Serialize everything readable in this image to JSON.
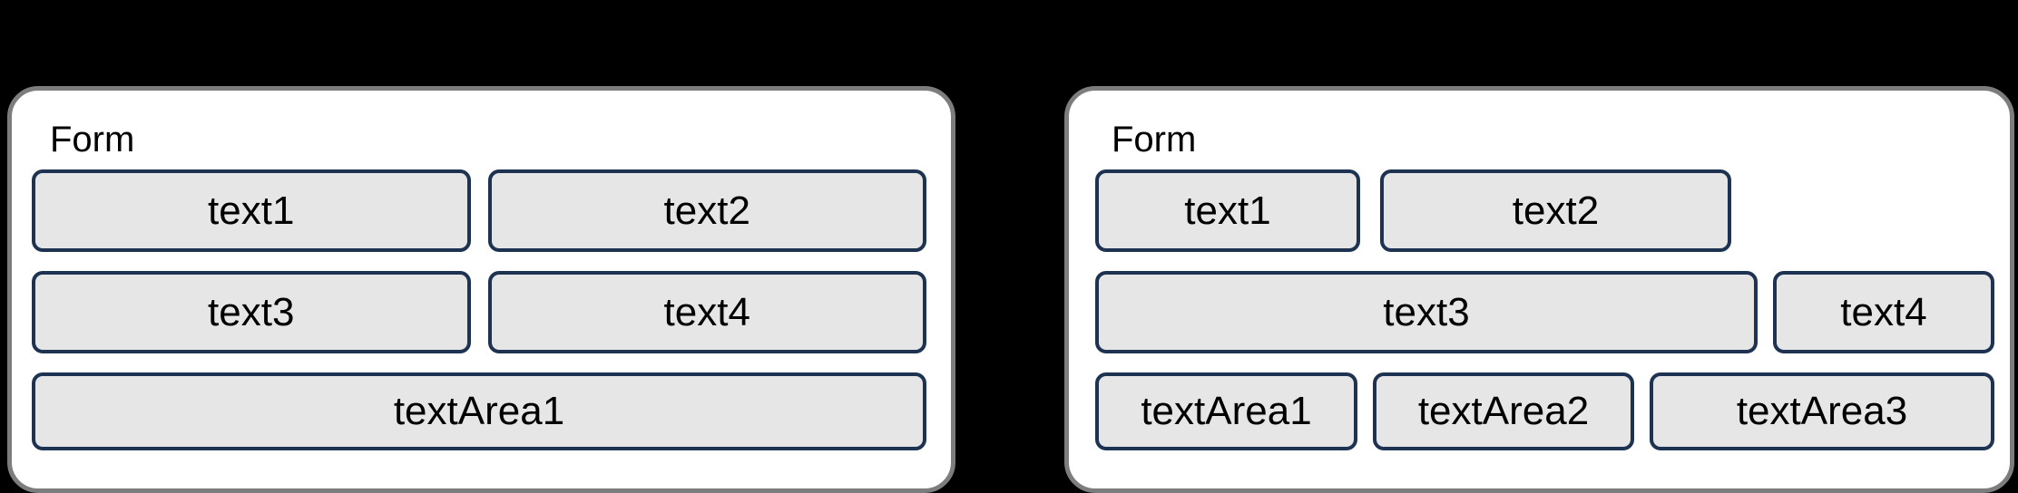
{
  "colors": {
    "background": "#000000",
    "panel_background": "#ffffff",
    "panel_border": "#7d7d7d",
    "field_background": "#e6e6e6",
    "field_border": "#1e3252",
    "text": "#000000"
  },
  "panels": [
    {
      "label": "Form",
      "rows": [
        {
          "fields": [
            {
              "label": "text1"
            },
            {
              "label": "text2"
            }
          ]
        },
        {
          "fields": [
            {
              "label": "text3"
            },
            {
              "label": "text4"
            }
          ]
        },
        {
          "fields": [
            {
              "label": "textArea1"
            }
          ]
        }
      ]
    },
    {
      "label": "Form",
      "rows": [
        {
          "fields": [
            {
              "label": "text1"
            },
            {
              "label": "text2"
            }
          ]
        },
        {
          "fields": [
            {
              "label": "text3"
            },
            {
              "label": "text4"
            }
          ]
        },
        {
          "fields": [
            {
              "label": "textArea1"
            },
            {
              "label": "textArea2"
            },
            {
              "label": "textArea3"
            }
          ]
        }
      ]
    }
  ]
}
